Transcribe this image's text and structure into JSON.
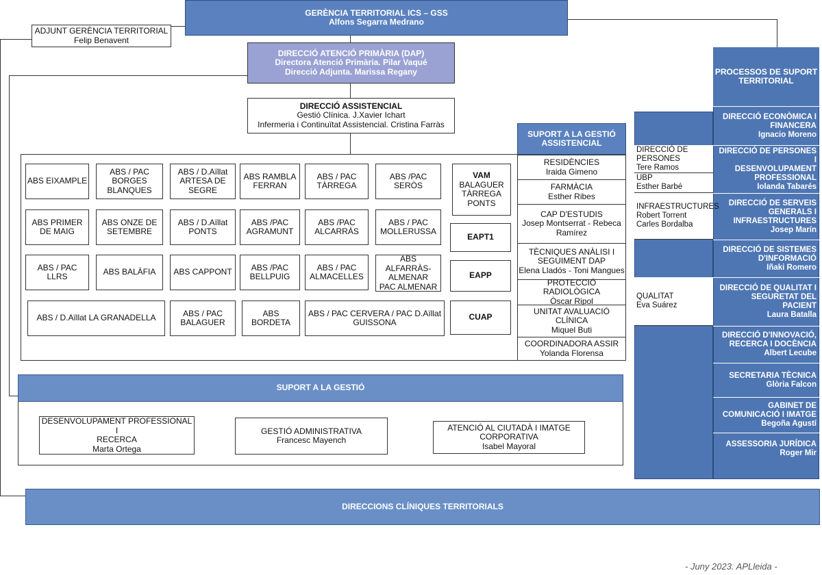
{
  "top": {
    "title": "GERÈNCIA TERRITORIAL ICS – GSS",
    "subtitle": "Alfons Segarra Medrano"
  },
  "adjunt": {
    "title": "ADJUNT GERÈNCIA TERRITORIAL",
    "subtitle": "Felip Benavent"
  },
  "dap": {
    "title": "DIRECCIÓ ATENCIÓ PRIMÀRIA (DAP)",
    "line1": "Directora Atenció Primària. Pilar Vaqué",
    "line2": "Direcció Adjunta. Marissa Regany"
  },
  "assistencial": {
    "title": "DIRECCIÓ ASSISTENCIAL",
    "line1": "Gestió Clínica. J.Xavier Ichart",
    "line2": "Infermeria i Continuïtat Assistencial. Cristina Farràs"
  },
  "abs": [
    {
      "label": "ABS EIXAMPLE"
    },
    {
      "label": "ABS / PAC\nBORGES\nBLANQUES"
    },
    {
      "label": "ABS / D.Aïllat\nARTESA DE\nSEGRE"
    },
    {
      "label": "ABS RAMBLA\nFERRAN"
    },
    {
      "label": "ABS / PAC\nTÀRREGA"
    },
    {
      "label": "ABS /PAC\nSERÒS"
    },
    {
      "label": "ABS PRIMER\nDE MAIG"
    },
    {
      "label": "ABS ONZE DE\nSETEMBRE"
    },
    {
      "label": "ABS / D.Aïllat\nPONTS"
    },
    {
      "label": "ABS /PAC\nAGRAMUNT"
    },
    {
      "label": "ABS /PAC\nALCARRÀS"
    },
    {
      "label": "ABS / PAC\nMOLLERUSSA"
    },
    {
      "label": "ABS / PAC\nLLRS"
    },
    {
      "label": "ABS BALÀFIA"
    },
    {
      "label": "ABS CAPPONT"
    },
    {
      "label": "ABS /PAC\nBELLPUIG"
    },
    {
      "label": "ABS / PAC\nALMACELLES"
    },
    {
      "label": "ABS\nALFARRÀS-\nALMENAR\nPAC ALMENAR"
    },
    {
      "label": "ABS / D.Aïllat LA GRANADELLA"
    },
    {
      "label": "ABS / PAC\nBALAGUER"
    },
    {
      "label": "ABS\nBORDETA"
    },
    {
      "label": "ABS / PAC CERVERA / PAC D.Aïllat\nGUISSONA"
    }
  ],
  "vam": {
    "title": "VAM",
    "body": "BALAGUER\nTÀRREGA\nPONTS"
  },
  "eapt1": "EAPT1",
  "eapp": "EAPP",
  "cuap": "CUAP",
  "suport_assistencial": {
    "title": "SUPORT A LA GESTIÓ\nASSISTENCIAL",
    "items": [
      {
        "title": "RESIDÈNCIES",
        "name": "Iraida Gimeno"
      },
      {
        "title": "FARMÀCIA",
        "name": "Esther Ribes"
      },
      {
        "title": "CAP D'ESTUDIS",
        "name": "Josep Montserrat - Rebeca\nRamírez"
      },
      {
        "title": "TÈCNIQUES ANÀLISI I\nSEGUIMENT DAP",
        "name": "Elena Lladós - Toni Mangues"
      },
      {
        "title": "PROTECCIÓ RADIOLÒGICA",
        "name": "Òscar Ripol"
      },
      {
        "title": "UNITAT AVALUACIÓ\nCLÍNICA",
        "name": "Miquel Buti"
      },
      {
        "title": "COORDINADORA ASSIR",
        "name": "Yolanda Florensa"
      }
    ]
  },
  "suport_gestio": {
    "title": "SUPORT A LA GESTIÓ",
    "items": [
      {
        "title": "DESENVOLUPAMENT PROFESSIONAL I\nRECERCA",
        "name": "Marta Ortega"
      },
      {
        "title": "GESTIÓ ADMINISTRATIVA",
        "name": "Francesc Mayench"
      },
      {
        "title": "ATENCIÓ AL CIUTADÀ I IMATGE\nCORPORATIVA",
        "name": "Isabel Mayoral"
      }
    ]
  },
  "clinical": "DIRECCIONS CLÍNIQUES TERRITORIALS",
  "processos": "PROCESSOS DE SUPORT\nTERRITORIAL",
  "right": [
    {
      "title": "DIRECCIÓ ECONÒMICA I\nFINANCERA",
      "name": "Ignacio Moreno"
    },
    {
      "title": "DIRECCIÓ DE PERSONES I\nDESENVOLUPAMENT\nPROFESSIONAL",
      "name": "Iolanda Tabarés"
    },
    {
      "title": "DIRECCIÓ DE SERVEIS\nGENERALS I\nINFRAESTRUCTURES",
      "name": "Josep Marín"
    },
    {
      "title": "DIRECCIÓ DE SISTEMES\nD'INFORMACIÓ",
      "name": "Iñaki Romero"
    },
    {
      "title": "DIRECCIÓ DE QUALITAT I\nSEGURETAT DEL\nPACIENT",
      "name": "Laura Batalla"
    },
    {
      "title": "DIRECCIÓ D'INNOVACIÓ,\nRECERCA I DOCÈNCIA",
      "name": "Albert Lecube"
    },
    {
      "title": "SECRETARIA TÈCNICA",
      "name": "Glòria Falcon"
    },
    {
      "title": "GABINET DE\nCOMUNICACIÓ I IMATGE",
      "name": "Begoña Agustí"
    },
    {
      "title": "ASSESSORIA JURÍDICA",
      "name": "Roger Mir"
    }
  ],
  "mid": [
    {
      "title": "DIRECCIÓ DE\nPERSONES",
      "name": "Tere Ramos"
    },
    {
      "title": "UBP",
      "name": "Esther Barbé"
    },
    {
      "title": "INFRAESTRUCTURES",
      "name": "Robert Torrent\nCarles Bordalba"
    },
    {
      "title": "QUALITAT",
      "name": "Eva Suárez"
    }
  ],
  "footer": "- Juny 2023. APLleida -"
}
